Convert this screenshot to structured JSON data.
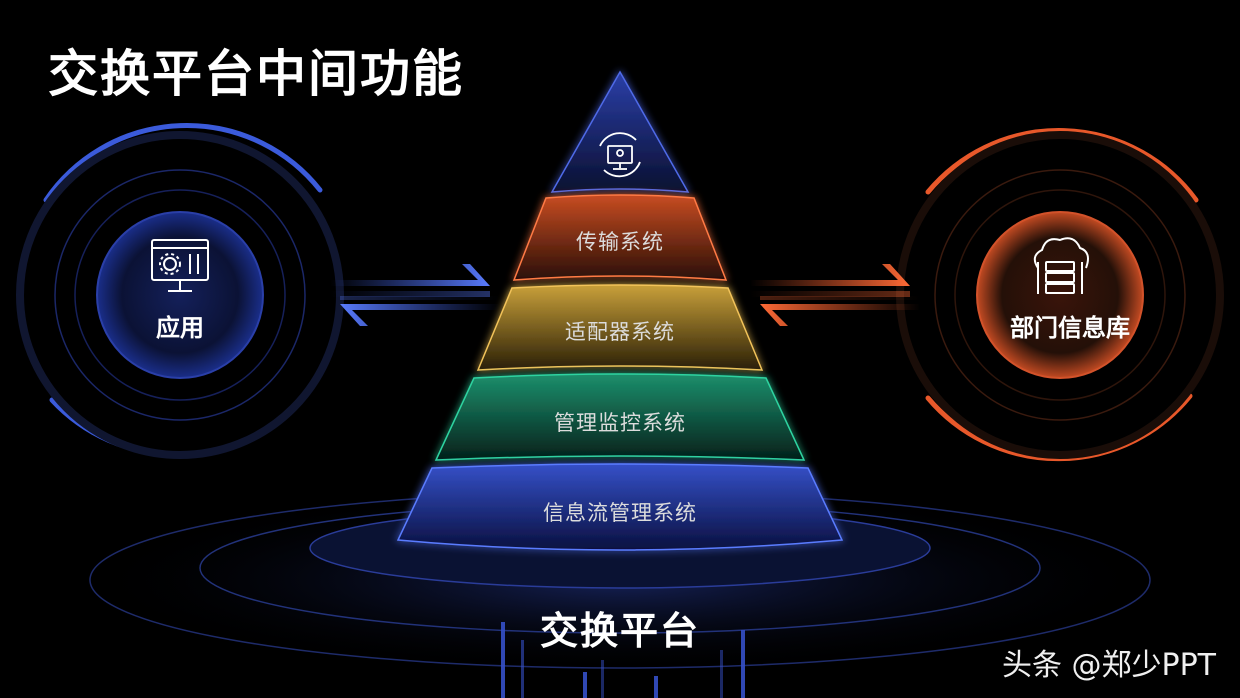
{
  "title": "交换平台中间功能",
  "left_node": {
    "label": "应用",
    "icon": "settings-monitor-icon",
    "color": "#3b5bdb"
  },
  "right_node": {
    "label": "部门信息库",
    "icon": "cloud-database-icon",
    "color": "#e8582a"
  },
  "pyramid": {
    "top_icon": "monitor-location-icon",
    "layers": [
      {
        "label": "传输系统",
        "color": "#d9542a"
      },
      {
        "label": "适配器系统",
        "color": "#d8a93a"
      },
      {
        "label": "管理监控系统",
        "color": "#1f9b78"
      },
      {
        "label": "信息流管理系统",
        "color": "#3550c8"
      }
    ]
  },
  "base_title": "交换平台",
  "watermark": "头条 @郑少PPT"
}
